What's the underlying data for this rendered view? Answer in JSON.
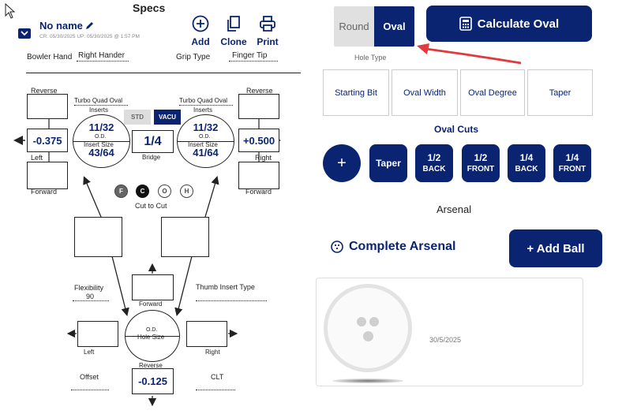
{
  "specs": {
    "title": "Specs",
    "name": "No name",
    "meta": "CR: 05/30/2025 UP: 05/30/2025 @ 1:57 PM",
    "add_label": "Add",
    "clone_label": "Clone",
    "print_label": "Print",
    "bowler_hand_label": "Bowler Hand",
    "bowler_hand_value": "Right Hander",
    "grip_type_label": "Grip Type",
    "grip_type_value": "Finger Tip"
  },
  "finger_left": {
    "reverse_label": "Reverse",
    "side_value": "-0.375",
    "left_label": "Left",
    "forward_label": "Forward",
    "insert_type": "Turbo Quad Oval",
    "inserts_label": "Inserts",
    "od_value": "11/32",
    "od_label": "O.D.",
    "insert_size_label": "Insert Size",
    "insert_size_value": "43/64"
  },
  "finger_right": {
    "reverse_label": "Reverse",
    "side_value": "+0.500",
    "right_label": "Right",
    "forward_label": "Forward",
    "insert_type": "Turbo Quad Oval",
    "inserts_label": "Inserts",
    "od_value": "11/32",
    "od_label": "O.D.",
    "insert_size_label": "Insert Size",
    "insert_size_value": "41/64"
  },
  "middle": {
    "std_label": "STD",
    "vacu_label": "VACU",
    "bridge_value": "1/4",
    "bridge_label": "Bridge",
    "cut_options": [
      "F",
      "C",
      "O",
      "H"
    ],
    "cut_label": "Cut to Cut"
  },
  "thumb": {
    "flexibility_label": "Flexibility",
    "flexibility_value": "90",
    "thumb_insert_label": "Thumb Insert Type",
    "forward_label": "Forward",
    "od_label": "O.D.",
    "hole_size_label": "Hole Size",
    "left_label": "Left",
    "right_label": "Right",
    "reverse_label": "Reverse",
    "offset_label": "Offset",
    "reverse_value": "-0.125",
    "clt_label": "CLT"
  },
  "hole_type": {
    "round_label": "Round",
    "oval_label": "Oval",
    "caption": "Hole Type",
    "calculate_label": "Calculate Oval"
  },
  "oval_params": [
    "Starting Bit",
    "Oval Width",
    "Oval Degree",
    "Taper"
  ],
  "oval_cuts": {
    "title": "Oval Cuts",
    "add_label": "+",
    "taper_label": "Taper",
    "cuts": [
      {
        "top": "1/2",
        "bottom": "BACK"
      },
      {
        "top": "1/2",
        "bottom": "FRONT"
      },
      {
        "top": "1/4",
        "bottom": "BACK"
      },
      {
        "top": "1/4",
        "bottom": "FRONT"
      }
    ]
  },
  "arsenal": {
    "title": "Arsenal",
    "complete_label": "Complete Arsenal",
    "add_ball_label": "+ Add Ball",
    "card_date": "30/5/2025"
  },
  "colors": {
    "navy": "#0a2472",
    "red_arrow": "#e0393e"
  }
}
